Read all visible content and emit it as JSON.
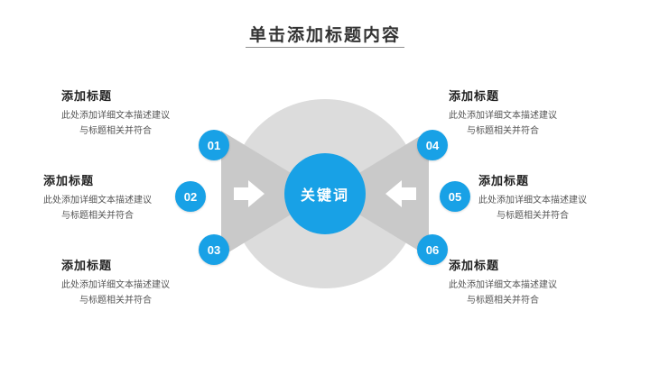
{
  "title": "单击添加标题内容",
  "center_keyword": "关键词",
  "colors": {
    "accent_blue": "#18a1e6",
    "disk_gray": "#dcdcdc",
    "funnel_gray": "#c9c9c9"
  },
  "items": [
    {
      "number": "01",
      "heading": "添加标题",
      "desc1": "此处添加详细文本描述建议",
      "desc2": "与标题相关并符合"
    },
    {
      "number": "02",
      "heading": "添加标题",
      "desc1": "此处添加详细文本描述建议",
      "desc2": "与标题相关并符合"
    },
    {
      "number": "03",
      "heading": "添加标题",
      "desc1": "此处添加详细文本描述建议",
      "desc2": "与标题相关并符合"
    },
    {
      "number": "04",
      "heading": "添加标题",
      "desc1": "此处添加详细文本描述建议",
      "desc2": "与标题相关并符合"
    },
    {
      "number": "05",
      "heading": "添加标题",
      "desc1": "此处添加详细文本描述建议",
      "desc2": "与标题相关并符合"
    },
    {
      "number": "06",
      "heading": "添加标题",
      "desc1": "此处添加详细文本描述建议",
      "desc2": "与标题相关并符合"
    }
  ]
}
